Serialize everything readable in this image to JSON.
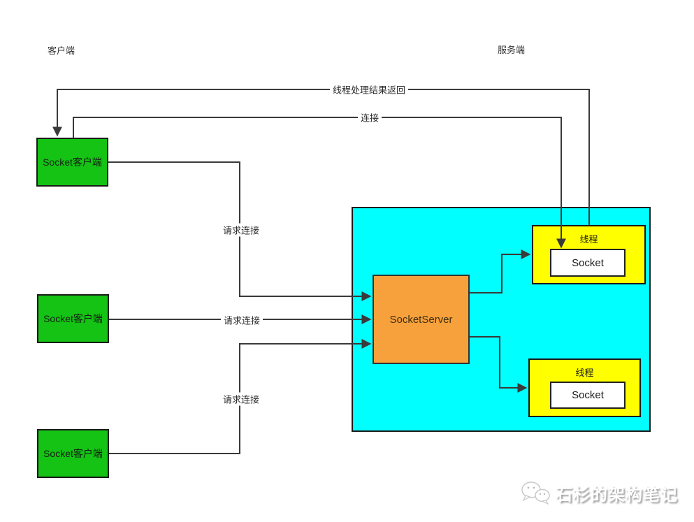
{
  "diagram": {
    "client_section_label": "客户端",
    "server_section_label": "服务端",
    "client_boxes": [
      "Socket客户端",
      "Socket客户端",
      "Socket客户端"
    ],
    "server_box_label": "SocketServer",
    "threads": [
      {
        "label": "线程",
        "socket_label": "Socket"
      },
      {
        "label": "线程",
        "socket_label": "Socket"
      }
    ],
    "edge_labels": {
      "return_result": "线程处理结果返回",
      "connect": "连接",
      "request_1": "请求连接",
      "request_2": "请求连接",
      "request_3": "请求连接"
    }
  },
  "watermark": {
    "text": "石杉的架构笔记",
    "icon": "wechat-icon"
  },
  "colors": {
    "client-box": "#14C314",
    "server-area": "#00FFFF",
    "server-box": "#F7A13C",
    "thread-box": "#FFFF00",
    "socket-box": "#FFFFFF",
    "line": "#3A3A3A",
    "border": "#1A1A1A",
    "text": "#1A1A1A"
  }
}
